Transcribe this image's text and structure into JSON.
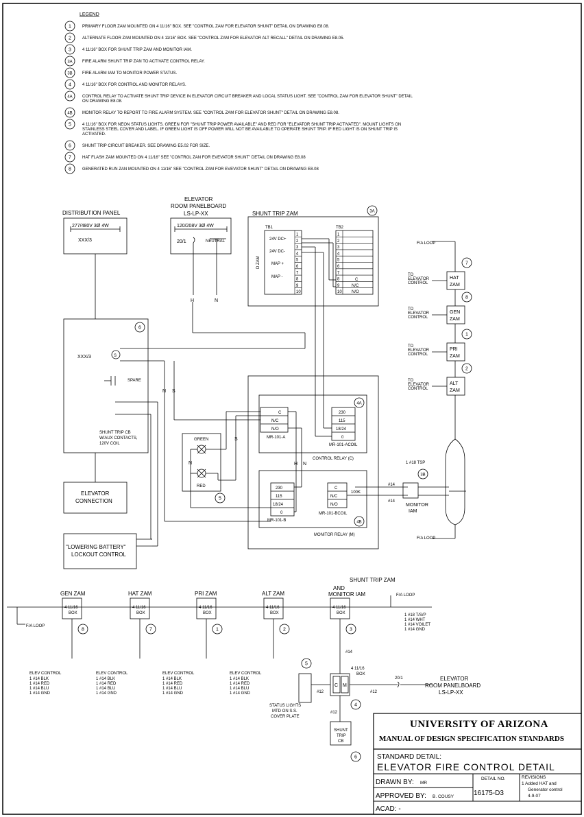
{
  "legend": {
    "title": "LEGEND",
    "items": [
      {
        "marker": "1",
        "text": "PRIMARY FLOOR ZAM MOUNTED ON 4 11/16\" BOX.  SEE \"CONTROL ZAM FOR ELEVATOR SHUNT\" DETAIL ON DRAWING E8.08."
      },
      {
        "marker": "2",
        "text": "ALTERNATE FLOOR ZAM MOUNTED ON 4 11/16\" BOX.  SEE \"CONTROL ZAM FOR ELEVATOR ALT RECALL\" DETAIL ON DRAWING E8.05."
      },
      {
        "marker": "3",
        "text": "4 11/16\" BOX FOR SHUNT TRIP ZAM AND MONITOR IAM."
      },
      {
        "marker": "3A",
        "text": "FIRE ALARM SHUNT TRIP ZAN TO ACTIVATE CONTROL RELAY."
      },
      {
        "marker": "3B",
        "text": "FIRE ALARM IAM TO MONITOR POWER STATUS."
      },
      {
        "marker": "4",
        "text": "4 11/16\" BOX FOR CONTROL AND MONITOR RELAYS."
      },
      {
        "marker": "4A",
        "text": "CONTROL RELAY TO ACTIVATE SHUNT TRIP DEVICE IN ELEVATOR CIRCUIT BREAKER AND LOCAL STATUS LIGHT.  SEE \"CONTROL ZAM FOR ELEVATOR SHUNT\" DETAIL",
        "text2": "ON DRAWING E8.08."
      },
      {
        "marker": "4B",
        "text": "MONITOR RELAY TO REPORT TO FIRE ALARM SYSTEM.  SEE \"CONTROL ZAM FOR ELEVATOR SHUNT\" DETAIL ON DRAWING E8.08."
      },
      {
        "marker": "5",
        "text": "4 11/16\" BOX FOR NEON STATUS LIGHTS.  GREEN FOR \"SHUNT TRIP POWER AVAILABLE\" AND RED FOR \"ELEVATOR SHUNT TRIP ACTIVATED\".  MOUNT LIGHTS ON",
        "text2": "STAINLESS STEEL COVER AND LABEL.  IF GREEN LIGHT IS OFF POWER WILL NOT BE AVAILABLE TO OPERATE SHUNT TRIP.  IF RED LIGHT IS ON SHUNT TRIP IS",
        "text3": "ACTIVATED."
      },
      {
        "marker": "6",
        "text": "SHUNT TRIP CIRCUIT BREAKER.  SEE DRAWING E5.02 FOR SIZE."
      },
      {
        "marker": "7",
        "text": "HAT FLASH ZAM MOUNTED ON 4 11/16\" SEE \"CONTROL ZAN FOR EVEVATOR SHUNT\" DETAIL ON DRAWING E8.08"
      },
      {
        "marker": "8",
        "text": "GENERATED RUN ZAN MOUNTED ON 4 11/16\" SEE \"CONTROL ZAM FOR EVEVATOR SHUNT\" DETAIL ON DRAWING E8.08"
      }
    ]
  },
  "upper": {
    "distribution_panel": {
      "title": "DISTRIBUTION PANEL",
      "voltage": "277/480V 3Ø 4W",
      "breaker": "XXX/3"
    },
    "elevator_panelboard": {
      "title1": "ELEVATOR",
      "title2": "ROOM PANELBOARD",
      "title3": "LS-LP-XX",
      "voltage": "120/208V 3Ø 4W",
      "breaker": "20/1",
      "neutral": "NEUTRAL",
      "h": "H",
      "n": "N"
    },
    "shunt_trip_zam": {
      "title": "SHUNT TRIP ZAM",
      "marker": "3A",
      "tb1": "TB1",
      "tb2": "TB2",
      "side_label": "D ZAM",
      "tb1_labels": [
        "24V DC+",
        "24V DC-",
        "MAP +",
        "MAP -"
      ],
      "tb1_numbers": [
        "1",
        "2",
        "3",
        "4",
        "5",
        "6",
        "7",
        "8",
        "9",
        "10"
      ],
      "tb2_numbers": [
        "1",
        "2",
        "3",
        "4",
        "5",
        "6",
        "7",
        "8",
        "9",
        "10"
      ],
      "tb2_c": "C",
      "tb2_nc": "N/C",
      "tb2_no": "N/O"
    },
    "shunt_trip_cb": {
      "marker": "6",
      "breaker": "XXX/3",
      "s_symbol": "S",
      "spare": "SPARE",
      "desc1": "SHUNT TRIP CB",
      "desc2": "W/AUX CONTACTS,",
      "desc3": "120V COIL",
      "n": "N",
      "s": "S"
    },
    "control_relay": {
      "marker": "4A",
      "c": "C",
      "nc": "N/C",
      "no": "N/O",
      "relay_name": "MR-101-A",
      "coil": [
        "230",
        "115",
        "18/24",
        "0"
      ],
      "coil_name": "MR-101-ACOIL",
      "title": "CONTROL RELAY (C)"
    },
    "monitor_relay": {
      "marker": "4B",
      "coil": [
        "230",
        "115",
        "18/24",
        "0"
      ],
      "coil_name": "MR-101-B",
      "c": "C",
      "nc": "N/C",
      "no": "N/O",
      "relay_name": "MR-101-BCOIL",
      "resistor": "100K",
      "title": "MONITOR RELAY (M)",
      "h": "H",
      "n": "N"
    },
    "lights": {
      "green": "GREEN",
      "red": "RED",
      "marker": "5",
      "n": "N",
      "s": "S"
    },
    "elevator_connection": {
      "line1": "ELEVATOR",
      "line2": "CONNECTION"
    },
    "lowering_battery": {
      "line1": "\"LOWERING BATTERY\"",
      "line2": "LOCKOUT CONTROL"
    },
    "right_column": {
      "fa_loop_top": "F/A LOOP",
      "zams": [
        {
          "name1": "HAT",
          "name2": "ZAM",
          "marker": "7",
          "to": [
            "TO",
            "ELEVATOR",
            "CONTROL"
          ]
        },
        {
          "name1": "GEN",
          "name2": "ZAM",
          "marker": "8",
          "to": [
            "TO",
            "ELEVATOR",
            "CONTROL"
          ]
        },
        {
          "name1": "PRI",
          "name2": "ZAM",
          "marker": "1",
          "to": [
            "TO",
            "ELEVATOR",
            "CONTROL"
          ]
        },
        {
          "name1": "ALT",
          "name2": "ZAM",
          "marker": "2",
          "to": [
            "TO",
            "ELEVATOR",
            "CONTROL"
          ]
        }
      ],
      "tsp": "1 #18 TSP",
      "iam_marker": "3B",
      "wire14a": "#14",
      "wire14b": "#14",
      "monitor": "MONITOR",
      "iam": "IAM",
      "fa_loop_bottom": "F/A LOOP"
    }
  },
  "lower": {
    "boxes": [
      {
        "name": "GEN ZAM",
        "size": "4 11/16",
        "box": "BOX",
        "marker": "8"
      },
      {
        "name": "HAT ZAM",
        "size": "4 11/16",
        "box": "BOX",
        "marker": "7"
      },
      {
        "name": "PRI ZAM",
        "size": "4 11/16",
        "box": "BOX",
        "marker": "1"
      },
      {
        "name": "ALT ZAM",
        "size": "4 11/16",
        "box": "BOX",
        "marker": "2"
      },
      {
        "name": "MONITOR IAM",
        "size": "4 11/16",
        "box": "BOX",
        "marker": "3"
      }
    ],
    "shunt_title1": "SHUNT TRIP ZAM",
    "shunt_title2": "AND",
    "fa_loop_left": "F/A LOOP",
    "fa_loop_right": "F/A LOOP",
    "right_wires": [
      "1 #18 T/S/P",
      "1 #14 WHT",
      "1 #14 VOILET",
      "1 #14 GND"
    ],
    "elev_control": {
      "title": "ELEV CONTROL",
      "wires": [
        "1 #14 BLK",
        "1 #14 RED",
        "1 #14 BLU",
        "1 #14 GND"
      ]
    },
    "wire14": "#14",
    "relay_box": {
      "size1": "4 11/16",
      "size2": "BOX",
      "c": "C",
      "m": "M",
      "marker": "4"
    },
    "status": {
      "marker": "5",
      "line1": "STATUS LIGHTS",
      "line2": "MTD ON S.S.",
      "line3": "COVER PLATE",
      "wire": "#12"
    },
    "wire12a": "#12",
    "wire12b": "#12",
    "breaker": "20/1",
    "panel": {
      "line1": "ELEVATOR",
      "line2": "ROOM PANELBOARD",
      "line3": "LS-LP-XX"
    },
    "shunt_cb": {
      "line1": "SHUNT",
      "line2": "TRIP",
      "line3": "CB",
      "marker": "6"
    }
  },
  "title_block": {
    "university": "UNIVERSITY OF ARIZONA",
    "manual": "MANUAL OF DESIGN SPECIFICATION STANDARDS",
    "std_label": "STANDARD DETAIL:",
    "detail_title": "ELEVATOR FIRE CONTROL DETAIL",
    "drawn_label": "DRAWN BY:",
    "drawn_value": "MR",
    "approved_label": "APPROVED BY:",
    "approved_value": "B. COUSY",
    "acad_label": "ACAD: -",
    "detail_no_label": "DETAIL NO.",
    "detail_no": "16175-D3",
    "revisions_label": "REVISIONS",
    "revision1": "1 Added HAT and",
    "revision2": "Generator control",
    "revision3": "4-9-07"
  }
}
